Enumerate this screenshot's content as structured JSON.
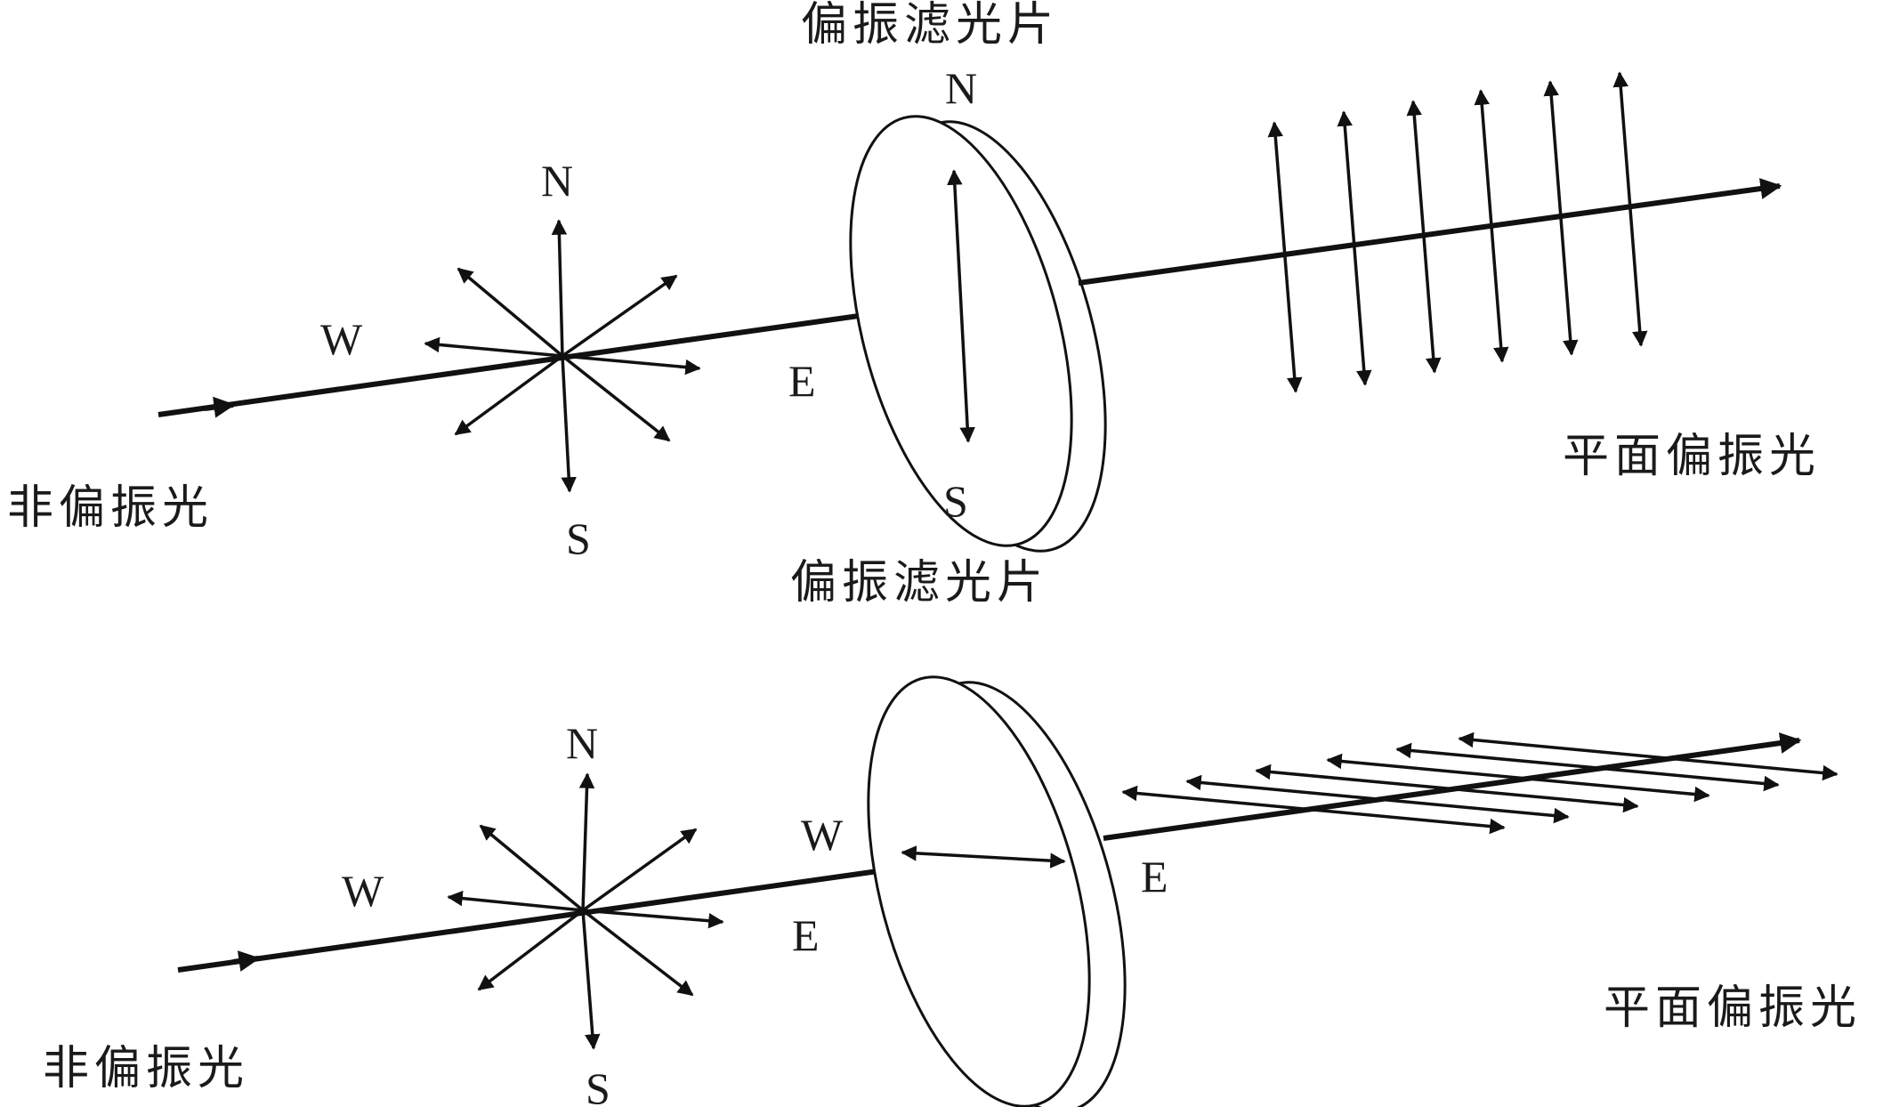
{
  "panel_top": {
    "filter_label": "偏振滤光片",
    "input_label": "非偏振光",
    "output_label": "平面偏振光",
    "compass": {
      "n": "N",
      "s": "S",
      "w": "W",
      "e": "E"
    },
    "filter_axis": {
      "n": "N",
      "s": "S"
    }
  },
  "panel_bottom": {
    "filter_label": "偏振滤光片",
    "input_label": "非偏振光",
    "output_label": "平面偏振光",
    "compass": {
      "n": "N",
      "s": "S",
      "w": "W",
      "e": "E"
    },
    "filter_axis": {
      "w": "W",
      "e": "E"
    }
  },
  "colors": {
    "ink": "#111111",
    "background": "#ffffff"
  }
}
